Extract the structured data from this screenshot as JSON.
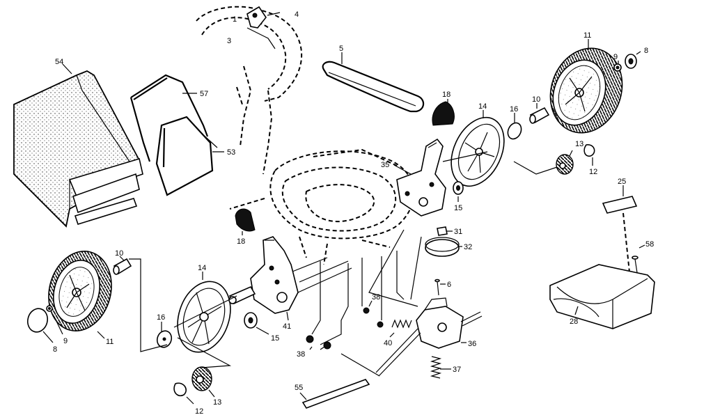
{
  "callouts": [
    {
      "id": "c1",
      "text": "1"
    },
    {
      "id": "c3",
      "text": "3"
    },
    {
      "id": "c4",
      "text": "4"
    },
    {
      "id": "c5",
      "text": "5"
    },
    {
      "id": "c54",
      "text": "54"
    },
    {
      "id": "c57",
      "text": "57"
    },
    {
      "id": "c53",
      "text": "53"
    },
    {
      "id": "c18a",
      "text": "18"
    },
    {
      "id": "c14a",
      "text": "14"
    },
    {
      "id": "c16a",
      "text": "16"
    },
    {
      "id": "c10a",
      "text": "10"
    },
    {
      "id": "c11a",
      "text": "11"
    },
    {
      "id": "c9a",
      "text": "9"
    },
    {
      "id": "c8a",
      "text": "8"
    },
    {
      "id": "c35",
      "text": "35"
    },
    {
      "id": "c13a",
      "text": "13"
    },
    {
      "id": "c12a",
      "text": "12"
    },
    {
      "id": "c15a",
      "text": "15"
    },
    {
      "id": "c25",
      "text": "25"
    },
    {
      "id": "c31",
      "text": "31"
    },
    {
      "id": "c32",
      "text": "32"
    },
    {
      "id": "c58",
      "text": "58"
    },
    {
      "id": "c18b",
      "text": "18"
    },
    {
      "id": "c10b",
      "text": "10"
    },
    {
      "id": "c14b",
      "text": "14"
    },
    {
      "id": "c6",
      "text": "6"
    },
    {
      "id": "c38a",
      "text": "38"
    },
    {
      "id": "c28",
      "text": "28"
    },
    {
      "id": "c16b",
      "text": "16"
    },
    {
      "id": "c9b",
      "text": "9"
    },
    {
      "id": "c11b",
      "text": "11"
    },
    {
      "id": "c8b",
      "text": "8"
    },
    {
      "id": "c15b",
      "text": "15"
    },
    {
      "id": "c41",
      "text": "41"
    },
    {
      "id": "c40",
      "text": "40"
    },
    {
      "id": "c36",
      "text": "36"
    },
    {
      "id": "c38b",
      "text": "38"
    },
    {
      "id": "c37",
      "text": "37"
    },
    {
      "id": "c55",
      "text": "55"
    },
    {
      "id": "c13b",
      "text": "13"
    },
    {
      "id": "c12b",
      "text": "12"
    }
  ]
}
